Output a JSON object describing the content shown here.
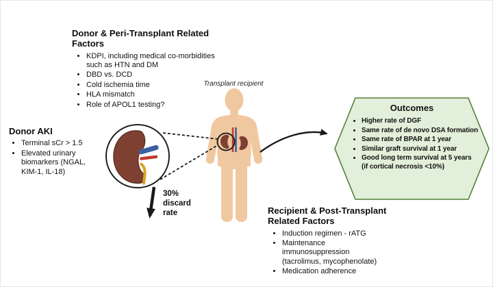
{
  "donor_peri": {
    "title": "Donor & Peri-Transplant Related Factors",
    "items": [
      "KDPI, including medical co-morbidities such as HTN and DM",
      "DBD vs. DCD",
      "Cold ischemia time",
      "HLA mismatch",
      "Role of APOL1 testing?"
    ]
  },
  "donor_aki": {
    "title": "Donor AKI",
    "items": [
      "Terminal sCr > 1.5",
      "Elevated urinary biomarkers (NGAL, KIM-1, IL-18)"
    ]
  },
  "recipient_post": {
    "title": "Recipient & Post-Transplant Related Factors",
    "items": [
      "Induction regimen - rATG",
      "Maintenance immunosuppression (tacrolimus, mycophenolate)",
      "Medication adherence"
    ]
  },
  "outcomes": {
    "title": "Outcomes",
    "items": [
      "Higher rate of DGF",
      "Same rate of de novo DSA formation",
      "Same rate of BPAR at 1 year",
      "Similar graft survival at 1 year",
      "Good long term survival at 5 years (if cortical necrosis <10%)"
    ]
  },
  "labels": {
    "recipient_figure": "Transplant recipient",
    "discard_rate": "30% discard rate"
  },
  "colors": {
    "outcomes_fill": "#e2efda",
    "outcomes_border": "#538135",
    "skin": "#f0c8a0",
    "kidney": "#7e4031",
    "kidney_dark": "#5e2f26",
    "vein": "#3b5fa3",
    "artery": "#c23b2e",
    "ureter": "#d9a426",
    "line": "#1a1a1a"
  }
}
